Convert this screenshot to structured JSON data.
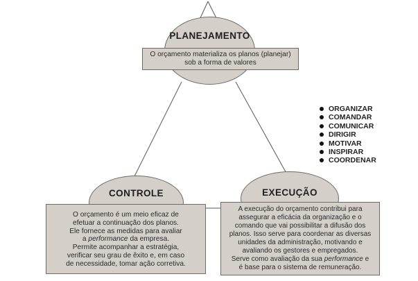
{
  "planejamento": {
    "title": "PLANEJAMENTO",
    "lines": [
      "O orçamento materializa os planos (planejar)",
      "sob a forma de valores"
    ]
  },
  "controle": {
    "title": "CONTROLE",
    "lines": [
      "O orçamento é um meio eficaz de",
      "efetuar a continuação dos planos.",
      "Ele fornece as medidas para avaliar",
      "a performance da empresa.",
      "Permite acompanhar a estratégia,",
      "verificar seu grau de êxito e, em caso",
      "de necessidade, tomar ação corretiva."
    ]
  },
  "execucao": {
    "title": "EXECUÇÃO",
    "lines": [
      "A execução do orçamento contribui para",
      "assegurar a eficácia da organização e o",
      "comando que vai possibilitar a difusão dos",
      "planos. Isso serve para coordenar as diversas",
      "unidades da administração, motivando e",
      "avaliando os gestores e empregados.",
      "Serve como avaliação da sua performance e",
      "é base para o sistema de remuneração."
    ]
  },
  "bullets": [
    "ORGANIZAR",
    "COMANDAR",
    "COMUNICAR",
    "DIRIGIR",
    "MOTIVAR",
    "INSPIRAR",
    "COORDENAR"
  ]
}
